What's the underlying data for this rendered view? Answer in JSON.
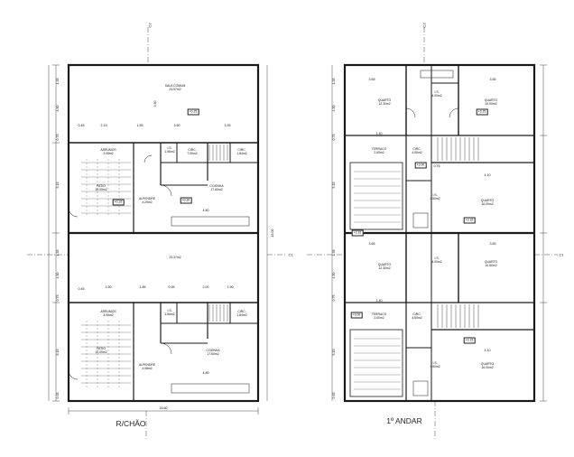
{
  "floors": {
    "ground": {
      "label": "R/CHÃO",
      "total_width": "15.60",
      "units": [
        {
          "rooms": [
            {
              "name": "SALA COMUM",
              "area": "24.57m2"
            },
            {
              "name": "COZINHA",
              "area": "17.60m2"
            },
            {
              "name": "ALPENDRE",
              "area": "4.29m2"
            },
            {
              "name": "PATIO",
              "area": "10.09m2"
            },
            {
              "name": "ARRUMOS",
              "area": "3.08m2"
            },
            {
              "name": "CIRC.",
              "area": "1.84m2"
            },
            {
              "name": "CIRC.",
              "area": "7.00m2"
            },
            {
              "name": "I.S.",
              "area": "1.56m2"
            }
          ],
          "levels": [
            "+0.15",
            "+0.15",
            "+0.30"
          ],
          "dims": [
            "0.45",
            "2.15",
            "1.55",
            "3.50",
            "3.35",
            "1.85",
            "0.95",
            "2.00",
            "1.90",
            "3.50",
            "1.50",
            "4.80"
          ]
        },
        {
          "rooms": [
            {
              "name": "",
              "area": "23.37m2"
            },
            {
              "name": "COZINHA",
              "area": "17.60m2"
            },
            {
              "name": "ALPENDRE",
              "area": "4.08m2"
            },
            {
              "name": "PATIO",
              "area": "10.09m2"
            },
            {
              "name": "ARRUMOS",
              "area": "3.08m2"
            },
            {
              "name": "CIRC.",
              "area": "1.84m2"
            },
            {
              "name": "I.S.",
              "area": "1.56m2"
            }
          ],
          "levels": [],
          "dims": [
            "0.45",
            "2.15",
            "1.85",
            "0.95",
            "3.50",
            "2.00",
            "4.80",
            "1.50"
          ]
        }
      ],
      "side_dims": [
        "1.35",
        "5.15",
        "0.75",
        "4.50",
        "15.00",
        "1.35",
        "5.15",
        "0.75",
        "4.50",
        "0.35"
      ]
    },
    "first": {
      "label": "1º ANDAR",
      "units": [
        {
          "rooms": [
            {
              "name": "QUARTO",
              "area": "12.30m2"
            },
            {
              "name": "QUARTO",
              "area": "10.00m2"
            },
            {
              "name": "I.S.",
              "area": "4.00m2"
            },
            {
              "name": "TERRACO",
              "area": "2.60m2"
            },
            {
              "name": "CIRC.",
              "area": "4.50m2"
            },
            {
              "name": "I.S.",
              "area": "4.50m2"
            },
            {
              "name": "QUARTO",
              "area": "16.00m2"
            }
          ],
          "levels": [
            "+3.15",
            "+3.00",
            "+3.15"
          ],
          "dims": [
            "3.65",
            "3.55",
            "3.65",
            "1.40",
            "0.75",
            "4.10"
          ]
        },
        {
          "rooms": [
            {
              "name": "QUARTO",
              "area": "12.30m2"
            },
            {
              "name": "QUARTO",
              "area": "10.50m2"
            },
            {
              "name": "I.S.",
              "area": "4.00m2"
            },
            {
              "name": "TERRACO",
              "area": "2.60m2"
            },
            {
              "name": "CIRC.",
              "area": "4.50m2"
            },
            {
              "name": "I.S.",
              "area": "4.50m2"
            },
            {
              "name": "QUARTO",
              "area": "16.00m2"
            }
          ],
          "levels": [
            "+3.15",
            "+3.00",
            "+3.15"
          ],
          "dims": [
            "3.65",
            "3.55",
            "4.10",
            "1.40"
          ]
        }
      ],
      "side_dims": [
        "1.35",
        "5.15",
        "0.75",
        "4.50",
        "1.35",
        "5.15",
        "0.75",
        "4.50",
        "0.35"
      ]
    }
  },
  "section_marks": [
    "C2",
    "C2",
    "C1",
    "C1"
  ],
  "colors": {
    "line": "#1a1a1a",
    "hatch": "#555555",
    "paper": "#ffffff"
  }
}
